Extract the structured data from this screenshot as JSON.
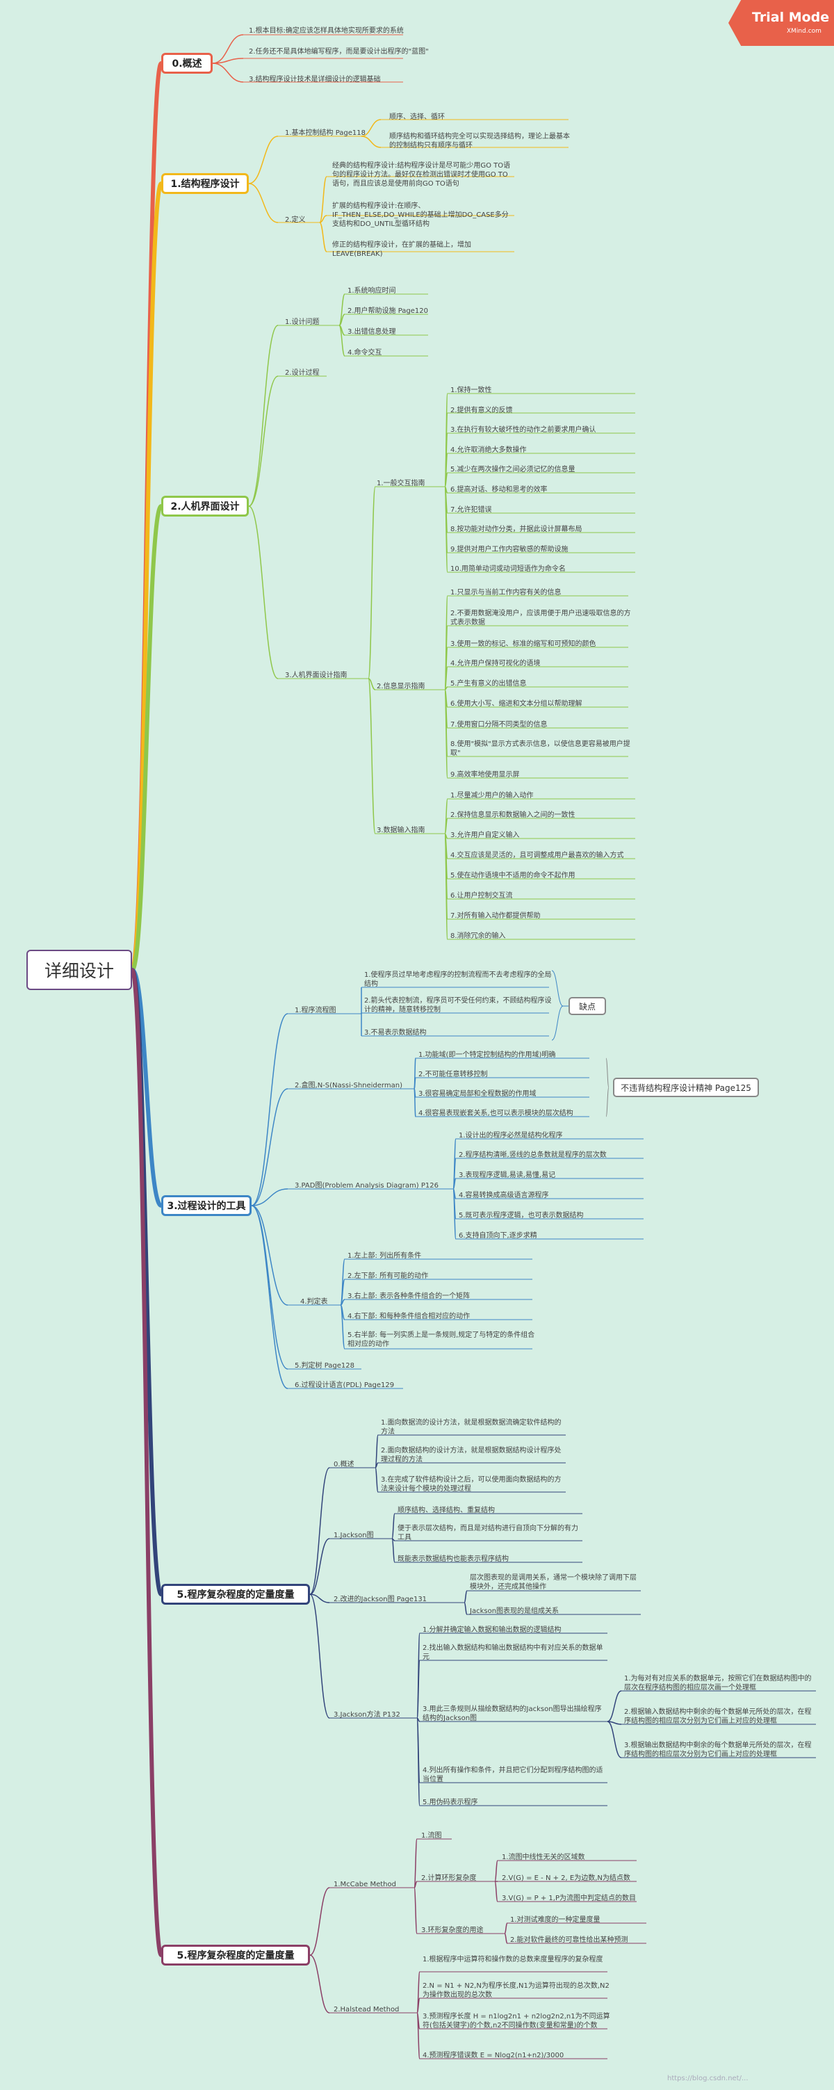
{
  "badge": {
    "title": "Trial Mode",
    "site": "XMind.com"
  },
  "watermark": "https://blog.csdn.net/...",
  "root": "详细设计",
  "s0": {
    "title": "0.概述",
    "c1": "1.根本目标:确定应该怎样具体地实现所要求的系统",
    "c2": "2.任务还不是具体地编写程序，而是要设计出程序的\"蓝图\"",
    "c3": "3.结构程序设计技术是详细设计的逻辑基础"
  },
  "s1": {
    "title": "1.结构程序设计",
    "a": "1.基本控制结构 Page118",
    "a1": "顺序、选择、循环",
    "a2": "顺序结构和循环结构完全可以实现选择结构，理论上最基本的控制结构只有顺序与循环",
    "b": "2.定义",
    "b1": "经典的结构程序设计:结构程序设计是尽可能少用GO TO语句的程序设计方法。最好仅在检测出错误时才使用GO TO语句，而且应该总是使用前向GO TO语句",
    "b2": "扩展的结构程序设计:在顺序、IF_THEN_ELSE,DO_WHILE的基础上增加DO_CASE多分支结构和DO_UNTIL型循环结构",
    "b3": "修正的结构程序设计，在扩展的基础上，增加LEAVE(BREAK)"
  },
  "s2": {
    "title": "2.人机界面设计",
    "a": "1.设计问题",
    "a1": "1.系统响应时间",
    "a2": "2.用户帮助设施 Page120",
    "a3": "3.出错信息处理",
    "a4": "4.命令交互",
    "b": "2.设计过程",
    "c": "3.人机界面设计指南",
    "g1": "1.一般交互指南",
    "g1i": [
      "1.保持一致性",
      "2.提供有意义的反馈",
      "3.在执行有较大破坏性的动作之前要求用户确认",
      "4.允许取消绝大多数操作",
      "5.减少在两次操作之间必须记忆的信息量",
      "6.提高对话、移动和思考的效率",
      "7.允许犯错误",
      "8.按功能对动作分类，并据此设计屏幕布局",
      "9.提供对用户工作内容敏感的帮助设施",
      "10.用简单动词或动词短语作为命令名"
    ],
    "g2": "2.信息显示指南",
    "g2i": [
      "1.只显示与当前工作内容有关的信息",
      "2.不要用数据淹没用户，应该用便于用户迅速吸取信息的方式表示数据",
      "3.使用一致的标记、标准的缩写和可预知的颜色",
      "4.允许用户保持可视化的语境",
      "5.产生有意义的出错信息",
      "6.使用大小写、缩进和文本分组以帮助理解",
      "7.使用窗口分隔不同类型的信息",
      "8.使用\"模拟\"显示方式表示信息，以使信息更容易被用户提取\"",
      "9.高效率地使用显示屏"
    ],
    "g3": "3.数据输入指南",
    "g3i": [
      "1.尽量减少用户的输入动作",
      "2.保持信息显示和数据输入之间的一致性",
      "3.允许用户自定义输入",
      "4.交互应该是灵活的，且可调整成用户最喜欢的输入方式",
      "5.使在动作语境中不适用的命令不起作用",
      "6.让用户控制交互流",
      "7.对所有输入动作都提供帮助",
      "8.消除冗余的输入"
    ]
  },
  "s3": {
    "title": "3.过程设计的工具",
    "a": "1.程序流程图",
    "a1": "1.使程序员过早地考虑程序的控制流程而不去考虑程序的全局结构",
    "a2": "2.箭头代表控制流，程序员可不受任何约束，不顾结构程序设计的精神，随意转移控制",
    "a3": "3.不易表示数据结构",
    "a_box": "缺点",
    "b": "2.盒图,N-S(Nassi-Shneiderman)",
    "b1": "1.功能域(即一个特定控制结构的作用域)明确",
    "b2": "2.不可能任意转移控制",
    "b3": "3.很容易确定局部和全程数据的作用域",
    "b4": "4.很容易表现嵌套关系,也可以表示模块的层次结构",
    "b_box": "不违背结构程序设计精神 Page125",
    "c": "3.PAD图(Problem Analysis Diagram) P126",
    "c1": "1.设计出的程序必然是结构化程序",
    "c2": "2.程序结构清晰,竖线的总条数就是程序的层次数",
    "c3": "3.表现程序逻辑,易读,易懂,易记",
    "c4": "4.容易转换成高级语言源程序",
    "c5": "5.既可表示程序逻辑，也可表示数据结构",
    "c6": "6.支持自顶向下,逐步求精",
    "d": "4.判定表",
    "d1": "1.左上部: 列出所有条件",
    "d2": "2.左下部: 所有可能的动作",
    "d3": "3.右上部: 表示各种条件组合的一个矩阵",
    "d4": "4.右下部: 和每种条件组合相对应的动作",
    "d5": "5.右半部: 每一列实质上是一条规则,规定了与特定的条件组合相对应的动作",
    "e": "5.判定树 Page128",
    "f": "6.过程设计语言(PDL) Page129"
  },
  "s5": {
    "title": "5.程序复杂程度的定量度量",
    "a": "0.概述",
    "a1": "1.面向数据流的设计方法，就是根据数据流确定软件结构的方法",
    "a2": "2.面向数据结构的设计方法，就是根据数据结构设计程序处理过程的方法",
    "a3": "3.在完成了软件结构设计之后，可以使用面向数据结构的方法来设计每个模块的处理过程",
    "b": "1.Jackson图",
    "b1": "顺序结构、选择结构、重复结构",
    "b2": "便于表示层次结构，而且是对结构进行自顶向下分解的有力工具",
    "b3": "既能表示数据结构也能表示程序结构",
    "c": "2.改进的Jackson图 Page131",
    "c1": "层次图表现的是调用关系，通常一个模块除了调用下层模块外，还完成其他操作",
    "c2": "Jackson图表现的是组成关系",
    "d": "3.Jackson方法 P132",
    "d1": "1.分解并确定输入数据和输出数据的逻辑结构",
    "d2": "2.找出输入数据结构和输出数据结构中有对应关系的数据单元",
    "d3": "3.用此三条规则从描绘数据结构的Jackson图导出描绘程序结构的Jackson图",
    "d3a": "1.为每对有对应关系的数据单元，按照它们在数据结构图中的层次在程序结构图的相应层次画一个处理框",
    "d3b": "2.根据输入数据结构中剩余的每个数据单元所处的层次，在程序结构图的相应层次分别为它们画上对应的处理框",
    "d3c": "3.根据输出数据结构中剩余的每个数据单元所处的层次，在程序结构图的相应层次分别为它们画上对应的处理框",
    "d4": "4.列出所有操作和条件，并且把它们分配到程序结构图的适当位置",
    "d5": "5.用伪码表示程序"
  },
  "s6": {
    "title": "5.程序复杂程度的定量度量",
    "a": "1.McCabe Method",
    "a1": "1.流图",
    "a2": "2.计算环形复杂度",
    "a2a": "1.流图中线性无关的区域数",
    "a2b": "2.V(G) = E - N + 2, E为边数,N为结点数",
    "a2c": "3.V(G) = P + 1,P为流图中判定结点的数目",
    "a3": "3.环形复杂度的用途",
    "a3a": "1.对测试难度的一种定量度量",
    "a3b": "2.能对软件最终的可靠性给出某种预测",
    "b": "2.Halstead Method",
    "b1": "1.根据程序中运算符和操作数的总数来度量程序的复杂程度",
    "b2": "2.N = N1 + N2,N为程序长度,N1为运算符出现的总次数,N2为操作数出现的总次数",
    "b3": "3.预测程序长度 H = n1log2n1 + n2log2n2,n1为不同运算符(包括关键字)的个数,n2不同操作数(变量和常量)的个数",
    "b4": "4.预测程序错误数 E = Nlog2(n1+n2)/3000"
  }
}
